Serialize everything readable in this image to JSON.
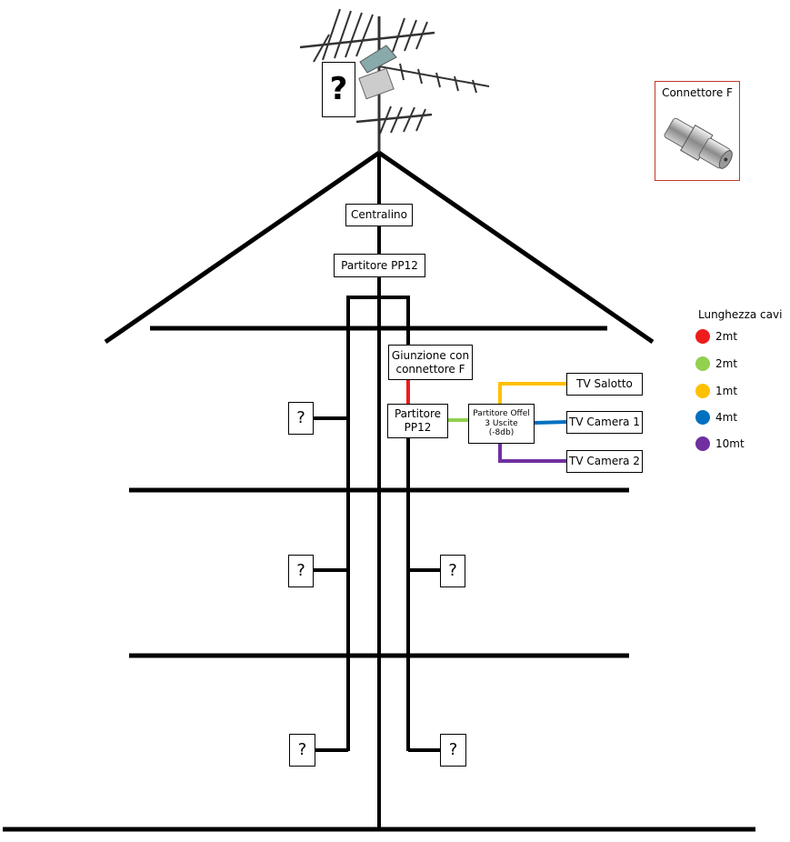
{
  "labels": {
    "centralino": "Centralino",
    "partitore_pp12_top": "Partitore PP12",
    "giunzione": "Giunzione con connettore F",
    "partitore_pp12": "Partitore PP12",
    "partitore_offel": "Partitore Offel 3 Uscite (-8db)",
    "tv_salotto": "TV Salotto",
    "tv_camera1": "TV Camera 1",
    "tv_camera2": "TV Camera 2",
    "unknown": "?",
    "connettore_f": "Connettore F"
  },
  "legend": {
    "title": "Lunghezza cavi",
    "items": [
      {
        "label": "2mt",
        "color": "#ee1c1c"
      },
      {
        "label": "2mt",
        "color": "#92d050"
      },
      {
        "label": "1mt",
        "color": "#ffc000"
      },
      {
        "label": "4mt",
        "color": "#0070c0"
      },
      {
        "label": "10mt",
        "color": "#7030a0"
      }
    ]
  },
  "colors": {
    "line": "#000000",
    "border_connector": "#c0392b"
  }
}
